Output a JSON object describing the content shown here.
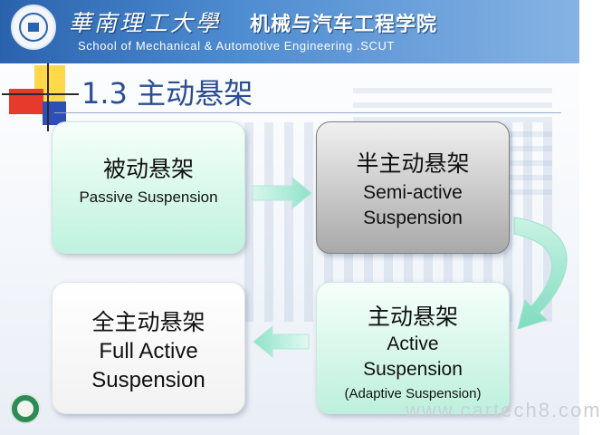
{
  "header": {
    "university_name": "華南理工大學",
    "school_cn": "机械与汽车工程学院",
    "school_en": "School of Mechanical & Automotive Engineering .SCUT"
  },
  "slide": {
    "title": "1.3 主动悬架"
  },
  "boxes": {
    "passive": {
      "cn": "被动悬架",
      "en": "Passive Suspension"
    },
    "semi": {
      "cn": "半主动悬架",
      "en_line1": "Semi-active",
      "en_line2": "Suspension"
    },
    "active": {
      "cn": "主动悬架",
      "en_line1": "Active",
      "en_line2": "Suspension",
      "en_note": "(Adaptive  Suspension)"
    },
    "full": {
      "cn": "全主动悬架",
      "en_line1": "Full Active",
      "en_line2": "Suspension"
    }
  },
  "watermark": "www.cartech8.com",
  "colors": {
    "header_blue": "#2a63ad",
    "title_blue": "#2b4d92",
    "arrow_green": "#8ee3c9",
    "box_green": "#bff2df",
    "box_gray": "#a9a9a9"
  },
  "icons": {
    "header_logo": "university-seal-icon",
    "corner_logo": "school-emblem-icon"
  }
}
